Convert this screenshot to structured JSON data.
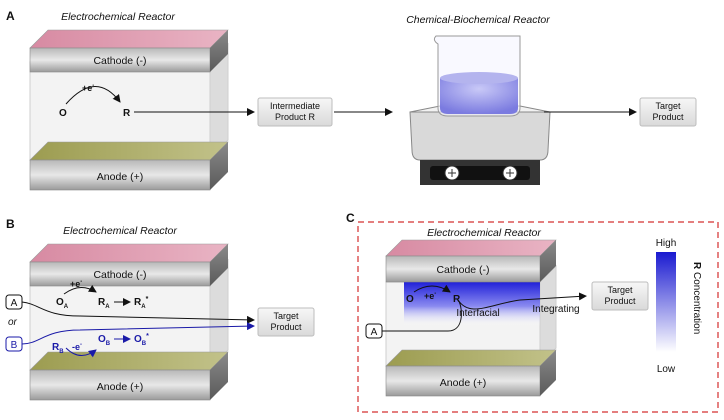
{
  "panel_a": {
    "letter": "A",
    "electro_title": "Electrochemical Reactor",
    "chem_title": "Chemical-Biochemical Reactor",
    "cathode": "Cathode (-)",
    "anode": "Anode (+)",
    "species_o": "O",
    "electron": "+e",
    "electron_sup": "-",
    "species_r": "R",
    "intermediate_line1": "Intermediate",
    "intermediate_line2": "Product R",
    "target_line1": "Target",
    "target_line2": "Product"
  },
  "panel_b": {
    "letter": "B",
    "title": "Electrochemical Reactor",
    "cathode": "Cathode (-)",
    "anode": "Anode (+)",
    "input_a": "A",
    "or": "or",
    "input_b": "B",
    "oa": "O",
    "oa_sub": "A",
    "ea": "+e",
    "ea_sup": "-",
    "ra": "R",
    "ra_sub": "A",
    "ra2": "R",
    "ra2_sub": "A",
    "ra2_sup": "*",
    "rb": "R",
    "rb_sub": "B",
    "eb": "-e",
    "eb_sup": "-",
    "ob": "O",
    "ob_sub": "B",
    "ob2": "O",
    "ob2_sub": "B",
    "ob2_sup": "*",
    "target_line1": "Target",
    "target_line2": "Product"
  },
  "panel_c": {
    "letter": "C",
    "title": "Electrochemical Reactor",
    "cathode": "Cathode (-)",
    "anode": "Anode (+)",
    "o": "O",
    "e": "+e",
    "e_sup": "-",
    "r": "R",
    "interfacial": "Interfacial",
    "integrating": "Integrating",
    "input_a": "A",
    "target_line1": "Target",
    "target_line2": "Product",
    "legend_high": "High",
    "legend_low": "Low",
    "legend_label_bold": "R",
    "legend_label": " Concentration"
  },
  "colors": {
    "cathode_top": "#cf6f8c",
    "anode_top": "#9a9a4a",
    "arrow_blue": "#1a1aa8",
    "dashed_border": "#d43030",
    "gradient_blue": "#2a2ad8"
  }
}
